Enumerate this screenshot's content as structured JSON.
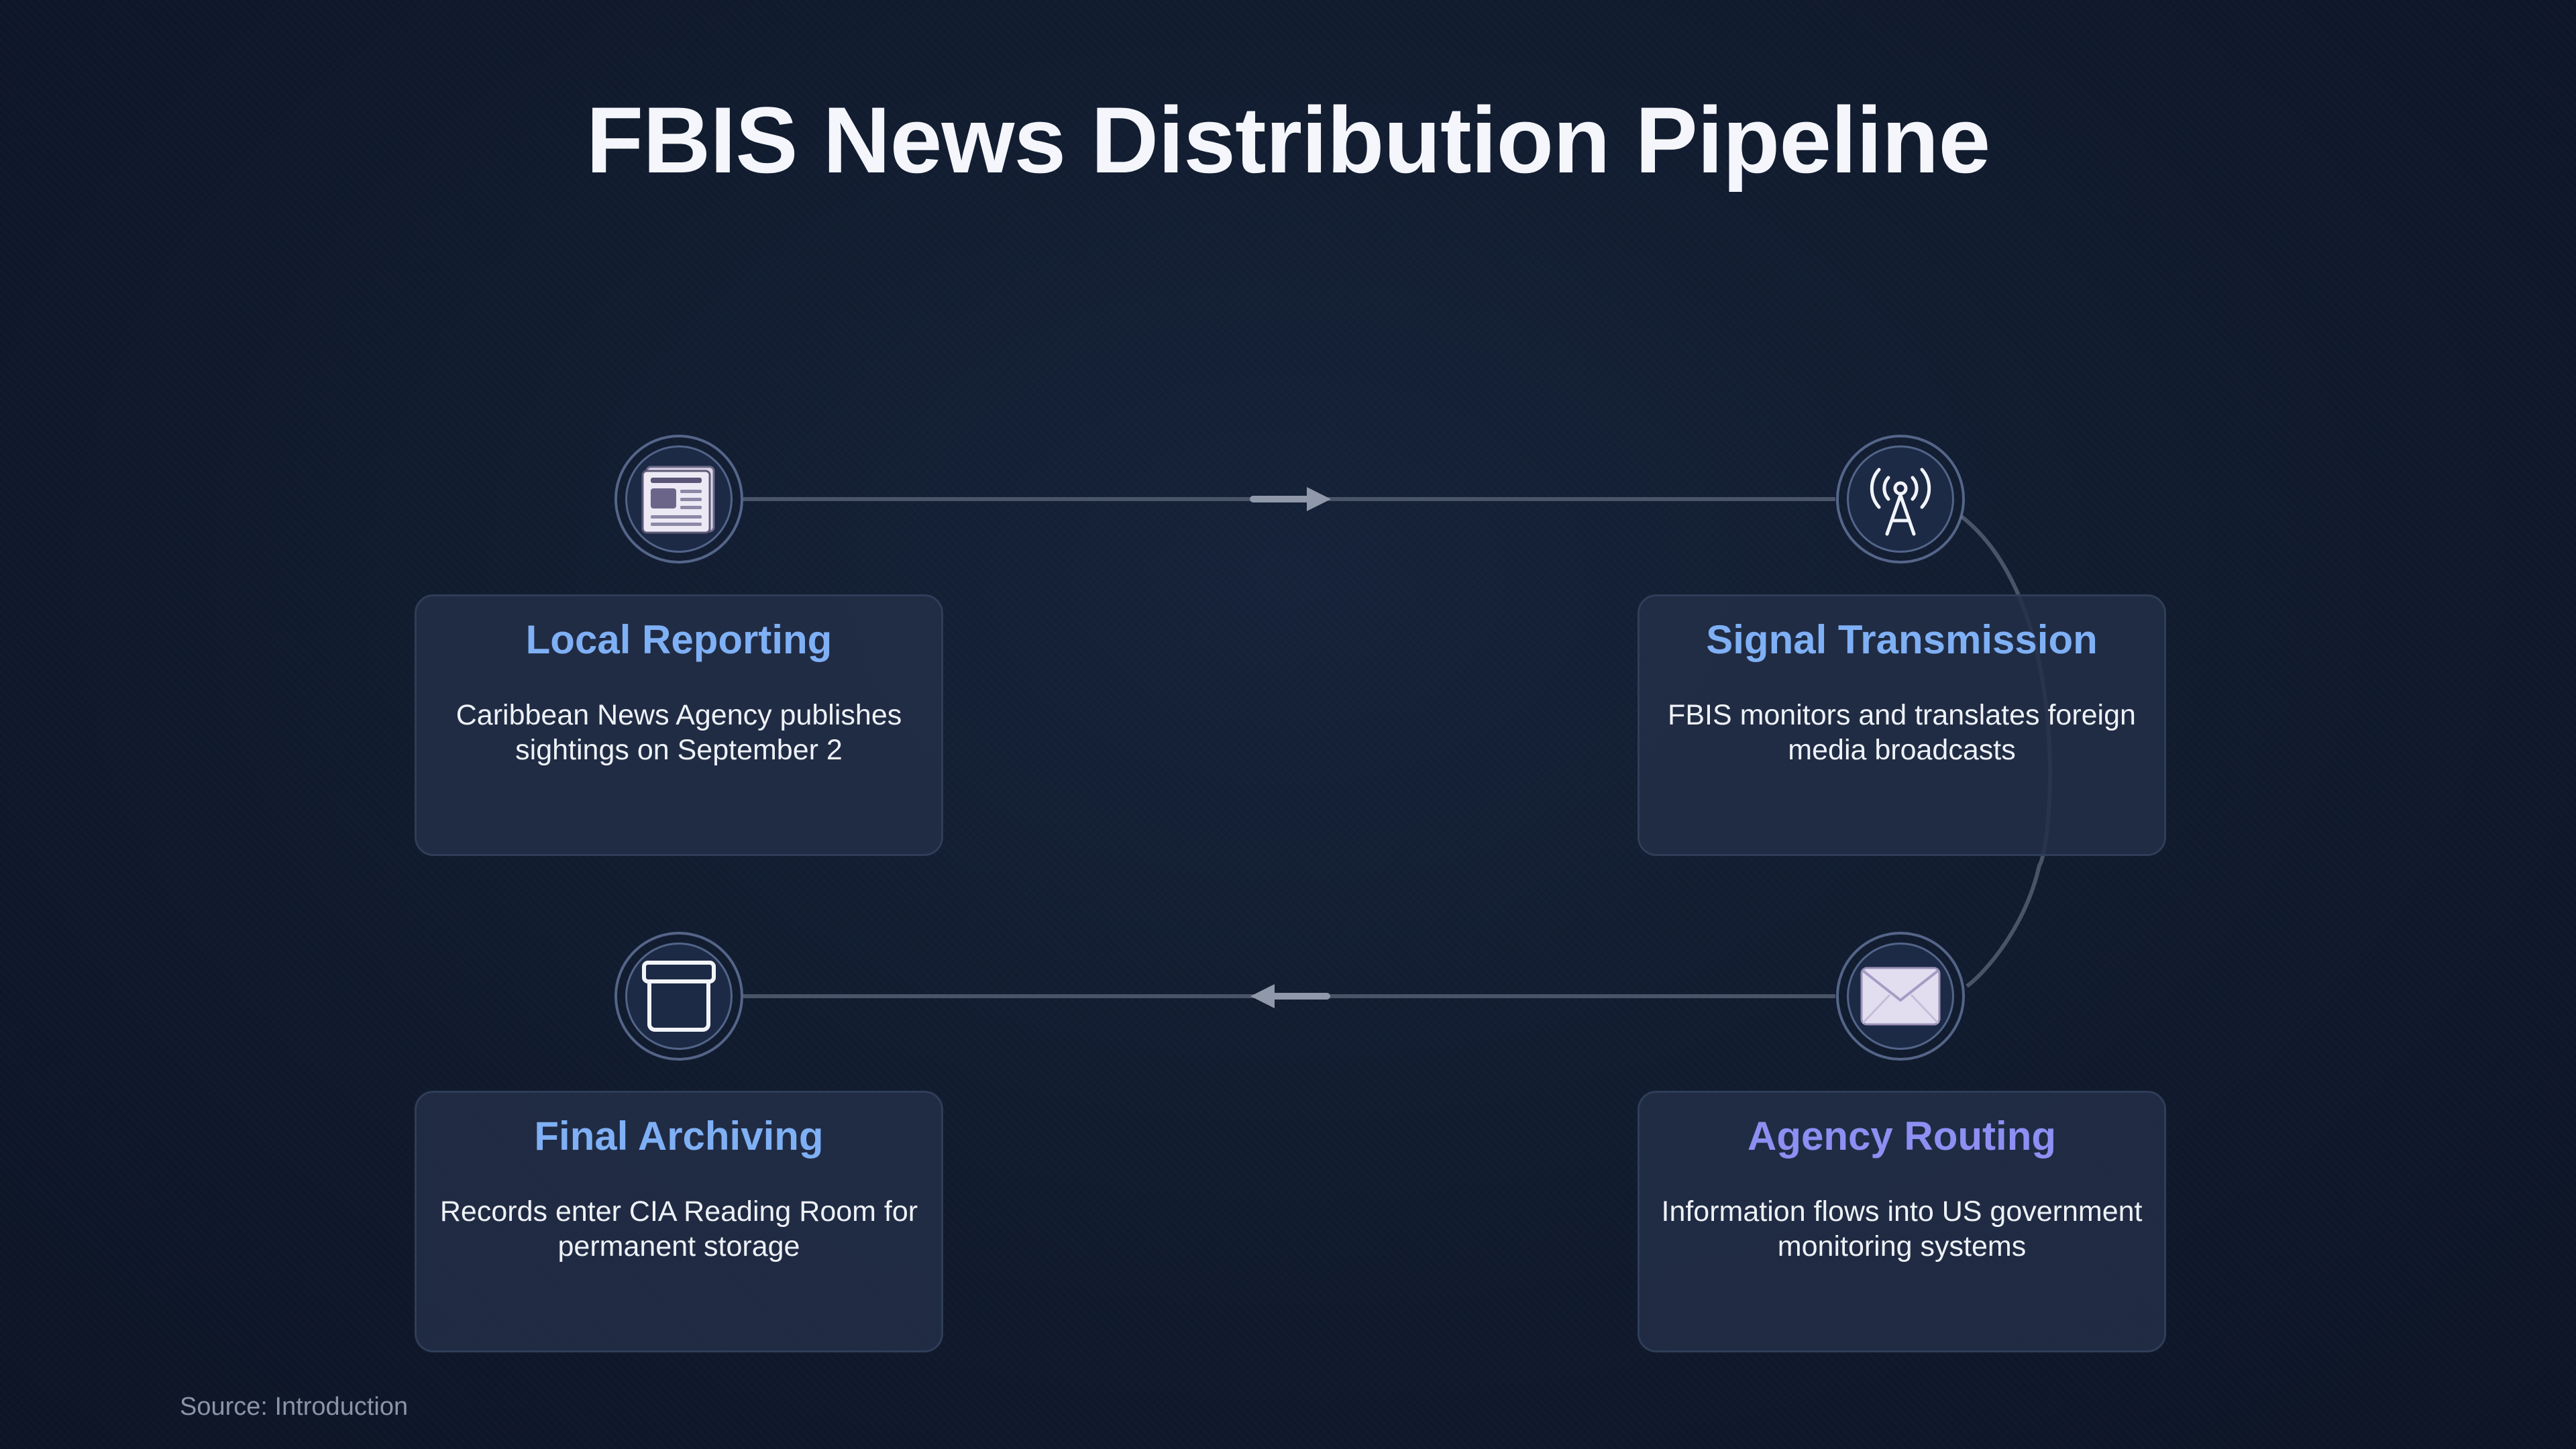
{
  "title": "FBIS News Distribution Pipeline",
  "colors": {
    "background": "#111b2e",
    "card": "#232f48",
    "title_blue": "#7fb0f5",
    "title_violet": "#8d8ff2",
    "connector": "#4a5468"
  },
  "steps": [
    {
      "title": "Local Reporting",
      "description": "Caribbean News Agency publishes sightings on September 2",
      "icon": "newspaper-icon"
    },
    {
      "title": "Signal Transmission",
      "description": "FBIS monitors and translates foreign media broadcasts",
      "icon": "antenna-icon"
    },
    {
      "title": "Agency Routing",
      "description": "Information flows into US government monitoring systems",
      "icon": "envelope-icon"
    },
    {
      "title": "Final Archiving",
      "description": "Records enter CIA Reading Room for permanent storage",
      "icon": "archive-box-icon"
    }
  ],
  "footer": {
    "source": "Source: Introduction"
  }
}
